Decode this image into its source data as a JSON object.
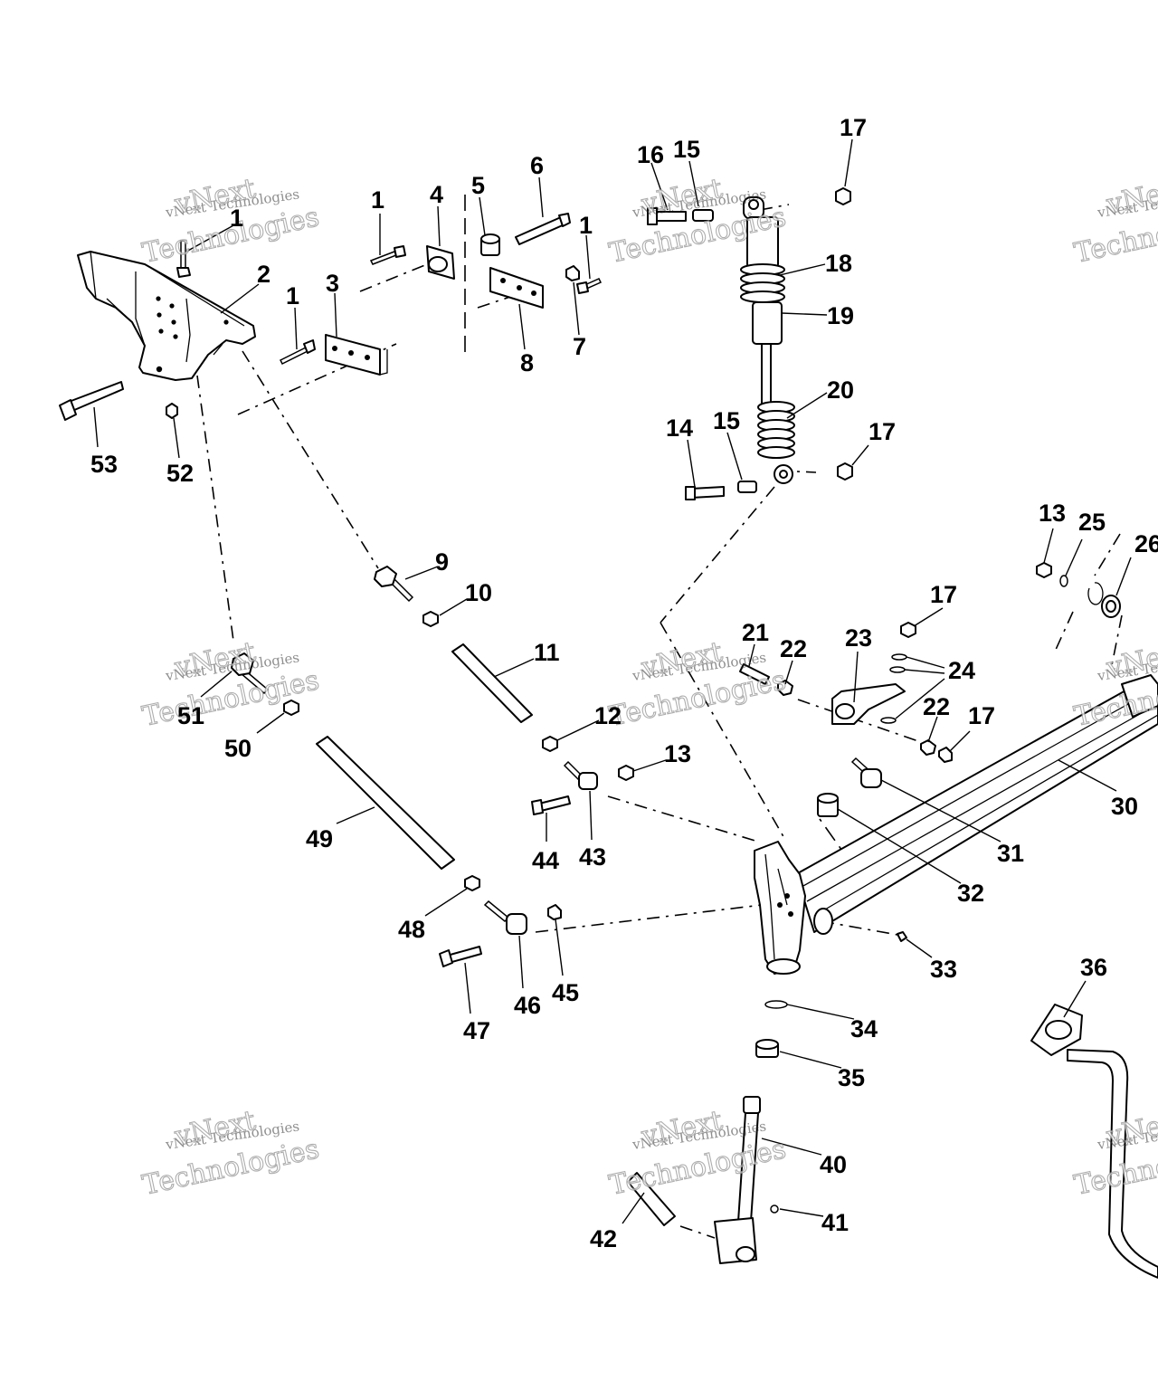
{
  "diagram": {
    "watermark": {
      "line1": "vNext Technologies",
      "line2": "vNext",
      "line3": "Technologies"
    },
    "callouts": [
      {
        "id": "c1a",
        "text": "1"
      },
      {
        "id": "c1b",
        "text": "1"
      },
      {
        "id": "c1c",
        "text": "1"
      },
      {
        "id": "c1d",
        "text": "1"
      },
      {
        "id": "c2",
        "text": "2"
      },
      {
        "id": "c3",
        "text": "3"
      },
      {
        "id": "c4",
        "text": "4"
      },
      {
        "id": "c5",
        "text": "5"
      },
      {
        "id": "c6",
        "text": "6"
      },
      {
        "id": "c7",
        "text": "7"
      },
      {
        "id": "c8",
        "text": "8"
      },
      {
        "id": "c9",
        "text": "9"
      },
      {
        "id": "c10",
        "text": "10"
      },
      {
        "id": "c11",
        "text": "11"
      },
      {
        "id": "c12",
        "text": "12"
      },
      {
        "id": "c13a",
        "text": "13"
      },
      {
        "id": "c13b",
        "text": "13"
      },
      {
        "id": "c14",
        "text": "14"
      },
      {
        "id": "c15a",
        "text": "15"
      },
      {
        "id": "c15b",
        "text": "15"
      },
      {
        "id": "c16",
        "text": "16"
      },
      {
        "id": "c17a",
        "text": "17"
      },
      {
        "id": "c17b",
        "text": "17"
      },
      {
        "id": "c17c",
        "text": "17"
      },
      {
        "id": "c17d",
        "text": "17"
      },
      {
        "id": "c18",
        "text": "18"
      },
      {
        "id": "c19",
        "text": "19"
      },
      {
        "id": "c20",
        "text": "20"
      },
      {
        "id": "c21",
        "text": "21"
      },
      {
        "id": "c22a",
        "text": "22"
      },
      {
        "id": "c22b",
        "text": "22"
      },
      {
        "id": "c23",
        "text": "23"
      },
      {
        "id": "c24",
        "text": "24"
      },
      {
        "id": "c25",
        "text": "25"
      },
      {
        "id": "c26",
        "text": "26"
      },
      {
        "id": "c30",
        "text": "30"
      },
      {
        "id": "c31",
        "text": "31"
      },
      {
        "id": "c32",
        "text": "32"
      },
      {
        "id": "c33",
        "text": "33"
      },
      {
        "id": "c34",
        "text": "34"
      },
      {
        "id": "c35",
        "text": "35"
      },
      {
        "id": "c36",
        "text": "36"
      },
      {
        "id": "c40",
        "text": "40"
      },
      {
        "id": "c41",
        "text": "41"
      },
      {
        "id": "c42",
        "text": "42"
      },
      {
        "id": "c43",
        "text": "43"
      },
      {
        "id": "c44",
        "text": "44"
      },
      {
        "id": "c45",
        "text": "45"
      },
      {
        "id": "c46",
        "text": "46"
      },
      {
        "id": "c47",
        "text": "47"
      },
      {
        "id": "c48",
        "text": "48"
      },
      {
        "id": "c49",
        "text": "49"
      },
      {
        "id": "c50",
        "text": "50"
      },
      {
        "id": "c51",
        "text": "51"
      },
      {
        "id": "c52",
        "text": "52"
      },
      {
        "id": "c53",
        "text": "53"
      }
    ]
  }
}
